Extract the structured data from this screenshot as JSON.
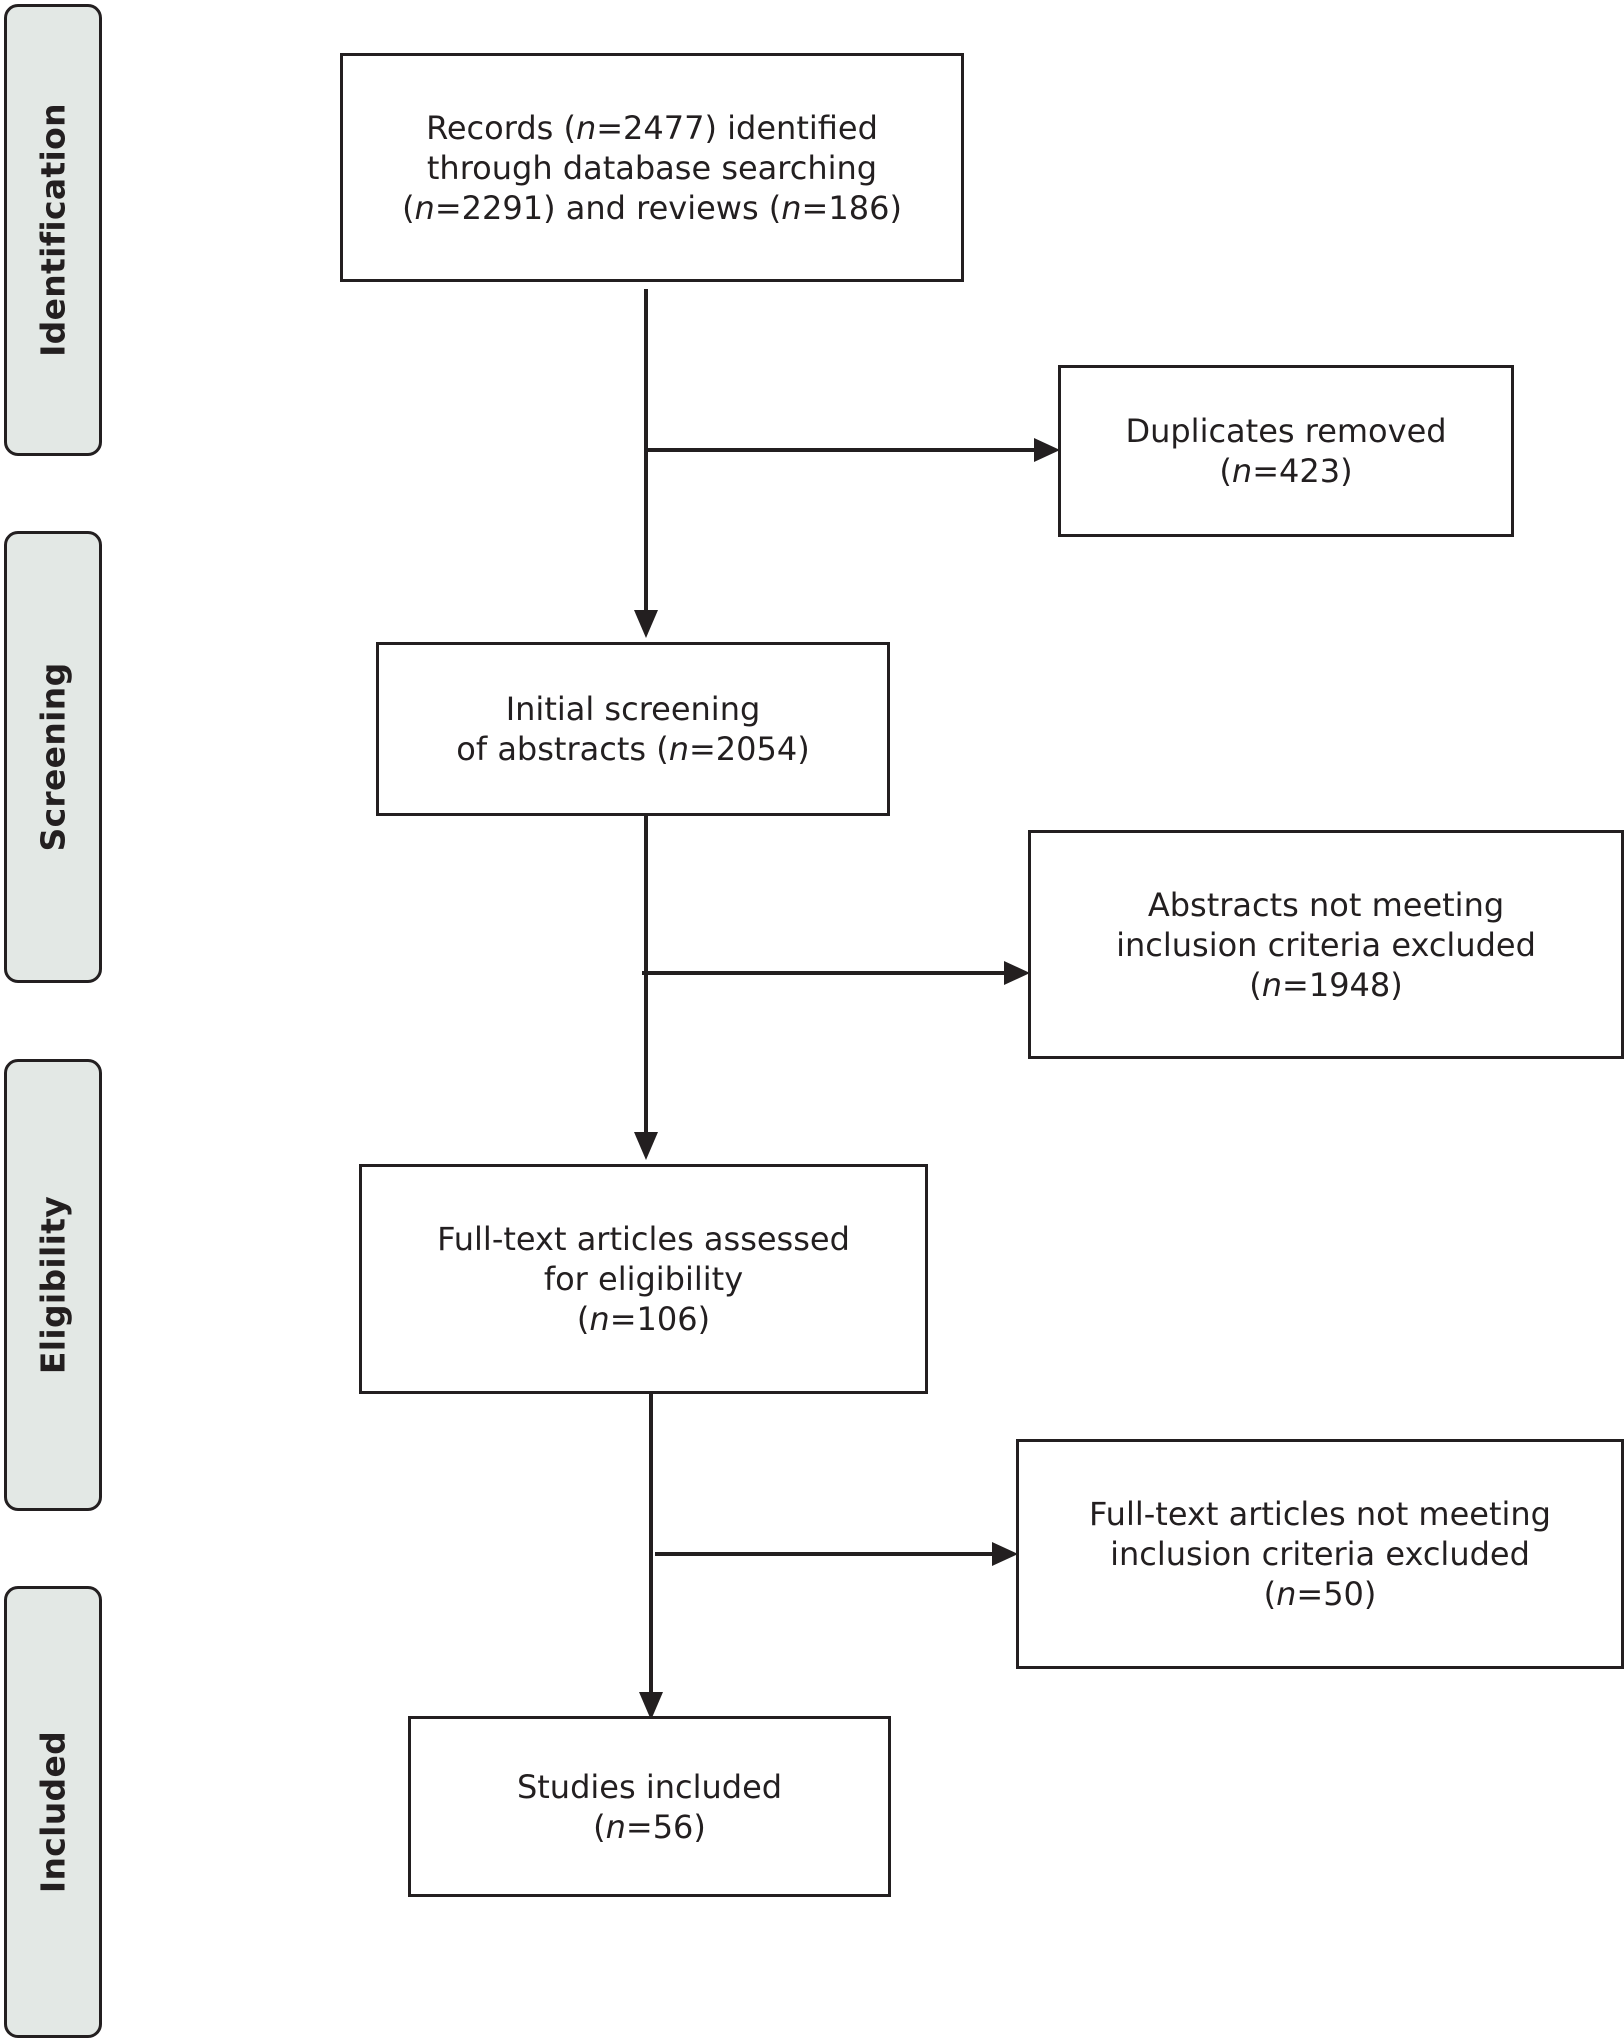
{
  "stages": [
    {
      "id": "identification",
      "label": "Identification"
    },
    {
      "id": "screening",
      "label": "Screening"
    },
    {
      "id": "eligibility",
      "label": "Eligibility"
    },
    {
      "id": "included",
      "label": "Included"
    }
  ],
  "boxes": {
    "records": {
      "l1a": "Records (",
      "l1n": "n",
      "l1b": "=2477) identified",
      "l2": "through database searching",
      "l3a": "(",
      "l3n": "n",
      "l3b": "=2291) and reviews (",
      "l3n2": "n",
      "l3c": "=186)"
    },
    "duplicates": {
      "l1": "Duplicates removed",
      "l2a": "(",
      "l2n": "n",
      "l2b": "=423)"
    },
    "screening": {
      "l1": "Initial screening",
      "l2a": "of abstracts (",
      "l2n": "n",
      "l2b": "=2054)"
    },
    "abstracts_excluded": {
      "l1": "Abstracts not meeting",
      "l2": "inclusion criteria excluded",
      "l3a": "(",
      "l3n": "n",
      "l3b": "=1948)"
    },
    "fulltext": {
      "l1": "Full-text articles assessed",
      "l2": "for eligibility",
      "l3a": "(",
      "l3n": "n",
      "l3b": "=106)"
    },
    "fulltext_excluded": {
      "l1": "Full-text articles not meeting",
      "l2": "inclusion criteria excluded",
      "l3a": "(",
      "l3n": "n",
      "l3b": "=50)"
    },
    "included": {
      "l1": "Studies included",
      "l2a": "(",
      "l2n": "n",
      "l2b": "=56)"
    }
  },
  "colors": {
    "stroke": "#231f20",
    "stage_fill": "#e3e8e5"
  }
}
